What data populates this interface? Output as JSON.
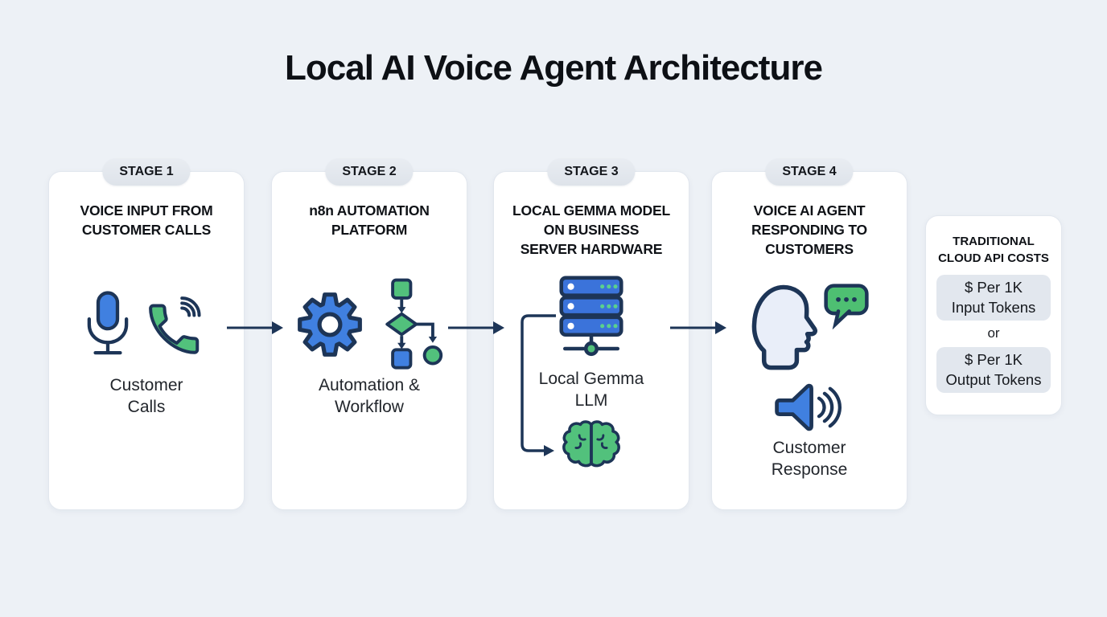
{
  "title": "Local AI Voice Agent Architecture",
  "stages": [
    {
      "badge": "STAGE 1",
      "heading": [
        "VOICE INPUT FROM",
        "CUSTOMER CALLS"
      ],
      "caption": [
        "Customer",
        "Calls"
      ],
      "icons": [
        "microphone-icon",
        "phone-call-icon"
      ]
    },
    {
      "badge": "STAGE 2",
      "heading": [
        "n8n AUTOMATION",
        "PLATFORM"
      ],
      "caption": [
        "Automation &",
        "Workflow"
      ],
      "icons": [
        "gear-icon",
        "workflow-icon"
      ]
    },
    {
      "badge": "STAGE 3",
      "heading": [
        "LOCAL GEMMA MODEL",
        "ON BUSINESS",
        "SERVER HARDWARE"
      ],
      "caption": [
        "Local Gemma",
        "LLM"
      ],
      "icons": [
        "server-icon",
        "brain-icon"
      ]
    },
    {
      "badge": "STAGE 4",
      "heading": [
        "VOICE AI AGENT",
        "RESPONDING TO",
        "CUSTOMERS"
      ],
      "caption": [
        "Customer",
        "Response"
      ],
      "icons": [
        "head-profile-icon",
        "speech-bubble-icon",
        "speaker-icon"
      ]
    }
  ],
  "cost_panel": {
    "heading": [
      "TRADITIONAL",
      "CLOUD API COSTS"
    ],
    "input_chip": [
      "$ Per 1K",
      "Input Tokens"
    ],
    "separator": "or",
    "output_chip": [
      "$ Per 1K",
      "Output Tokens"
    ]
  },
  "colors": {
    "background": "#edf1f6",
    "card": "#ffffff",
    "card_border": "#e2e7ee",
    "badge": "#e4e9ef",
    "chip": "#e2e7ee",
    "navy_outline": "#1d3557",
    "blue": "#4080e0",
    "green": "#52c17c",
    "head_fill": "#e9eef9",
    "text": "#101318"
  }
}
